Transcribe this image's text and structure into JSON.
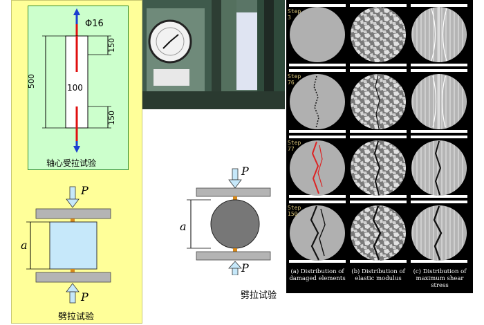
{
  "axial_test": {
    "diameter_label": "Φ16",
    "length_label": "500",
    "grip_top_label": "150",
    "grip_bottom_label": "150",
    "middle_label": "100",
    "caption": "轴心受拉试验"
  },
  "split_test_left": {
    "load_top": "P",
    "load_bottom": "P",
    "dim_label": "a",
    "caption": "劈拉试验"
  },
  "split_test_middle": {
    "load_top": "P",
    "load_bottom": "P",
    "dim_label": "a",
    "caption": "劈拉试验"
  },
  "simulation": {
    "rows": [
      {
        "step_word": "Step",
        "step_num": "3"
      },
      {
        "step_word": "Step",
        "step_num": "76"
      },
      {
        "step_word": "Step",
        "step_num": "77"
      },
      {
        "step_word": "Step",
        "step_num": "150"
      }
    ],
    "captions": [
      {
        "line1": "(a) Distribution of",
        "line2": "damaged elements",
        "line3": ""
      },
      {
        "line1": "(b) Distribution of",
        "line2": "elastic modulus",
        "line3": ""
      },
      {
        "line1": "(c) Distribution of",
        "line2": "maximum shear",
        "line3": "stress"
      }
    ]
  },
  "colors": {
    "yellow_panel": "#ffff99",
    "green_panel": "#ccffcc",
    "rebar": "#e01010",
    "arrow": "#1a3fd0",
    "specimen": "#c6e8fa",
    "plate": "#b4b4b4",
    "disk": "#777777"
  }
}
